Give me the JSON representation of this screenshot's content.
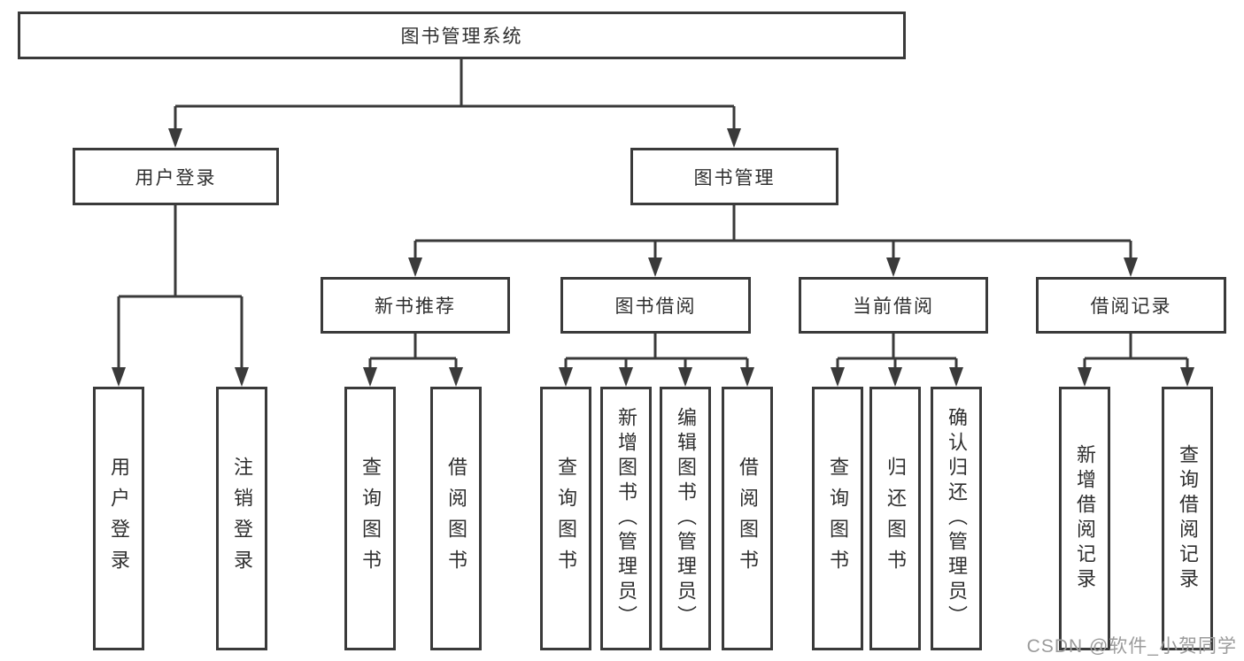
{
  "diagram": {
    "type": "tree",
    "root": {
      "label": "图书管理系统"
    },
    "level2": [
      {
        "id": "user-login",
        "label": "用户登录"
      },
      {
        "id": "book-management",
        "label": "图书管理"
      }
    ],
    "level3": [
      {
        "id": "new-book-recommend",
        "parent": "book-management",
        "label": "新书推荐"
      },
      {
        "id": "book-borrow",
        "parent": "book-management",
        "label": "图书借阅"
      },
      {
        "id": "current-borrow",
        "parent": "book-management",
        "label": "当前借阅"
      },
      {
        "id": "borrow-records",
        "parent": "book-management",
        "label": "借阅记录"
      }
    ],
    "leaves": [
      {
        "parent": "user-login",
        "label": "用户登录"
      },
      {
        "parent": "user-login",
        "label": "注销登录"
      },
      {
        "parent": "new-book-recommend",
        "label": "查询图书"
      },
      {
        "parent": "new-book-recommend",
        "label": "借阅图书"
      },
      {
        "parent": "book-borrow",
        "label": "查询图书"
      },
      {
        "parent": "book-borrow",
        "label": "新增图书（管理员）"
      },
      {
        "parent": "book-borrow",
        "label": "编辑图书（管理员）"
      },
      {
        "parent": "book-borrow",
        "label": "借阅图书"
      },
      {
        "parent": "current-borrow",
        "label": "查询图书"
      },
      {
        "parent": "current-borrow",
        "label": "归还图书"
      },
      {
        "parent": "current-borrow",
        "label": "确认归还（管理员）"
      },
      {
        "parent": "borrow-records",
        "label": "新增借阅记录"
      },
      {
        "parent": "borrow-records",
        "label": "查询借阅记录"
      }
    ]
  },
  "watermark": {
    "text": "CSDN @软件_小贺同学"
  },
  "colors": {
    "line": "#3a3a3a",
    "text": "#2f2f2f",
    "watermark": "#9b9b9b",
    "background": "#ffffff"
  }
}
